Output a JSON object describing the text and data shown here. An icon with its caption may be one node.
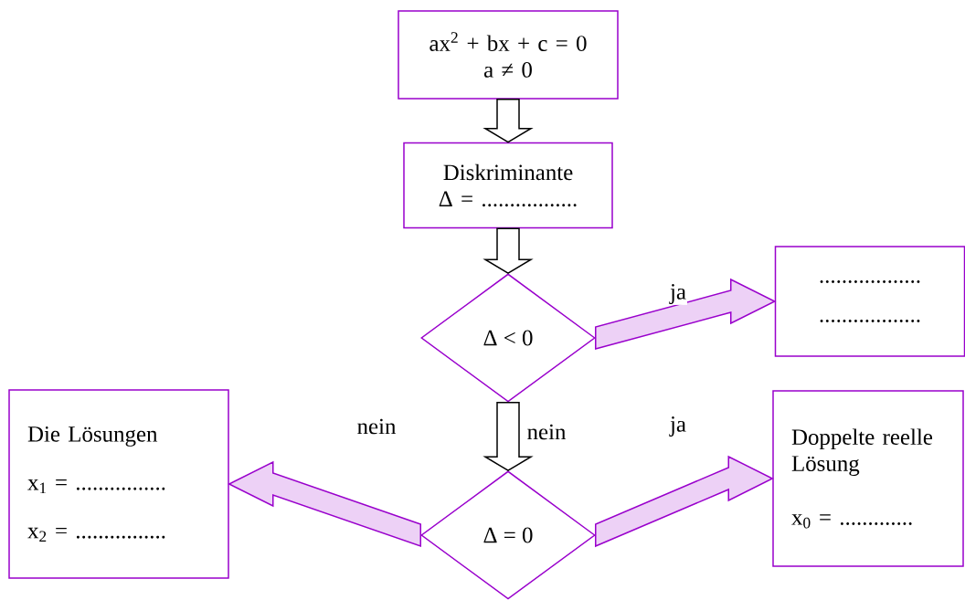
{
  "diagram": {
    "nodes": [
      {
        "text": [
          "ax$^{2}$ + bx + c = 0",
          "a ≠ 0"
        ]
      },
      {
        "text": [
          "Diskriminante",
          "Δ = ................."
        ]
      },
      {
        "text": [
          "Δ < 0"
        ]
      },
      {
        "text": [
          "..................",
          ".................."
        ]
      },
      {
        "text": [
          "Die Lösungen",
          "x$_{1}$ = ................",
          "x$_{2}$ = ................"
        ]
      },
      {
        "text": [
          "Δ = 0"
        ]
      },
      {
        "text": [
          "Doppelte reelle Lösung",
          "x$_{0}$ = ............."
        ]
      }
    ],
    "edges": [
      {
        "from": 0,
        "to": 1,
        "arrow": "to"
      },
      {
        "from": 1,
        "to": 2,
        "arrow": "to"
      },
      {
        "from": 2,
        "to": 3,
        "arrow": "to",
        "label": "ja",
        "color": "#9900cc"
      },
      {
        "from": 2,
        "to": 5,
        "arrow": "to",
        "label": "nein"
      },
      {
        "from": 5,
        "to": 4,
        "arrow": "to",
        "label": "nein",
        "color": "#9900cc"
      },
      {
        "from": 5,
        "to": 6,
        "arrow": "to",
        "label": "ja",
        "color": "#9900cc"
      }
    ]
  }
}
